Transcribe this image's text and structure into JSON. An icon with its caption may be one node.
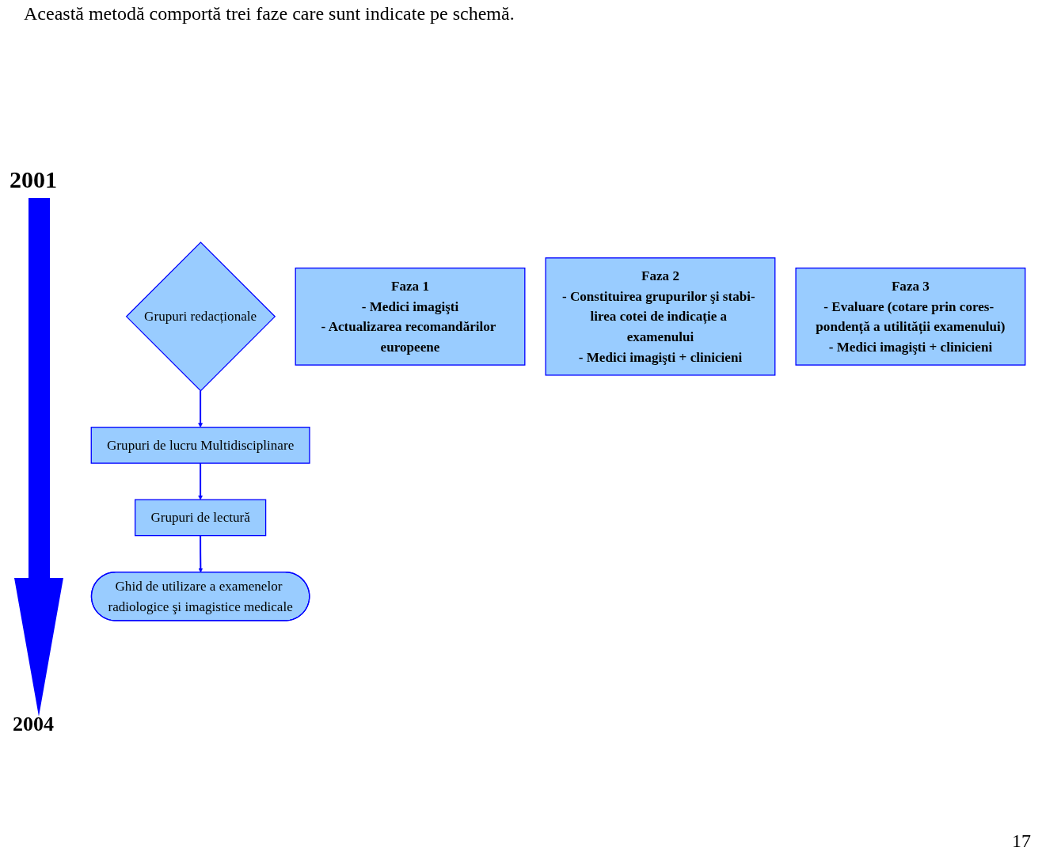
{
  "diagram": {
    "nodes": [
      {
        "text": [
          "Grupuri redacționale"
        ]
      },
      {
        "text": [
          "Grupuri de lucru Multidisciplinare"
        ]
      },
      {
        "text": [
          "Grupuri de lectură"
        ]
      },
      {
        "text": [
          "Ghid de utilizare a examenelor radiologice şi imagistice medicale"
        ]
      },
      {
        "text": [
          "Faza 1",
          "- Medici imagişti",
          "- Actualizarea recomandărilor europeene"
        ]
      },
      {
        "text": [
          "Faza 2",
          "- Constituirea grupurilor şi stabi- lirea cotei de indicație a examenului",
          "- Medici imagişti + clinicieni"
        ]
      },
      {
        "text": [
          "Faza 3",
          "- Evaluare (cotare prin cores- pondență a utilității examenului)",
          "- Medici imagişti + clinicieni"
        ]
      }
    ],
    "edges": [
      {
        "from": 0,
        "to": 1,
        "arrow": "to"
      },
      {
        "from": 1,
        "to": 2,
        "arrow": "to"
      },
      {
        "from": 2,
        "to": 3,
        "arrow": "to"
      }
    ],
    "labels": [
      "Această metodă comportă trei faze care sunt indicate pe schemă.",
      "2001",
      "2004",
      "17"
    ]
  }
}
